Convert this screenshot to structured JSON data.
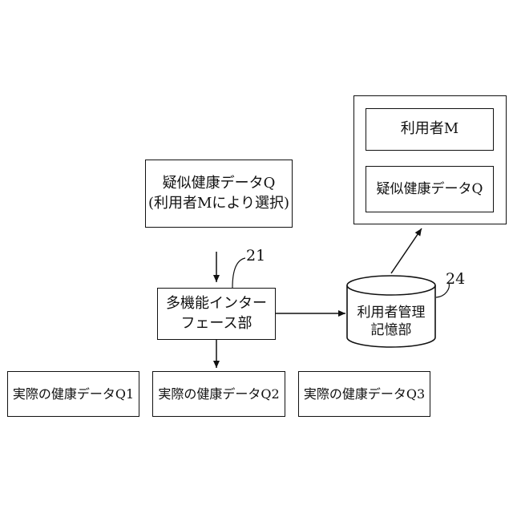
{
  "pseudo_box": {
    "line1": "疑似健康データQ",
    "line2": "(利用者Mにより選択)"
  },
  "interface": {
    "line1": "多機能インター",
    "line2": "フェース部",
    "ref": "21"
  },
  "storage": {
    "line1": "利用者管理",
    "line2": "記憶部",
    "ref": "24"
  },
  "record": {
    "user": "利用者M",
    "data": "疑似健康データQ"
  },
  "actual": [
    {
      "label": "実際の健康データQ1"
    },
    {
      "label": "実際の健康データQ2"
    },
    {
      "label": "実際の健康データQ3"
    }
  ]
}
